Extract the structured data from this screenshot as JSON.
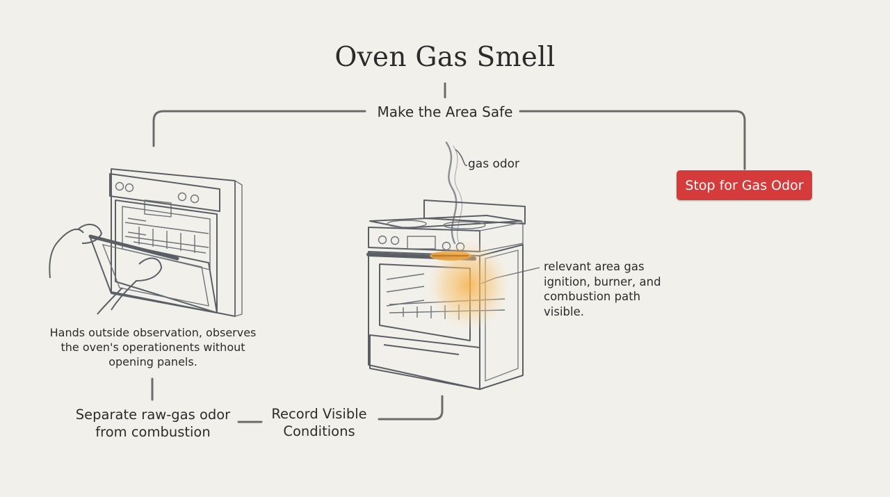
{
  "title": "Oven Gas Smell",
  "nodes": {
    "safe": "Make the Area Safe",
    "stop": "Stop for Gas Odor",
    "separate": "Separate raw-gas odor from combustion",
    "record": "Record Visible Conditions"
  },
  "annotations": {
    "gas_odor": "gas odor",
    "relevant": "relevant area gas ignition, burner, and combustion path visible.",
    "hands": "Hands outside observation, observes the oven's operationents without opening panels."
  },
  "colors": {
    "stop": "#d63b3b",
    "background": "#f2f0ea",
    "glow": "#f5b75a"
  }
}
